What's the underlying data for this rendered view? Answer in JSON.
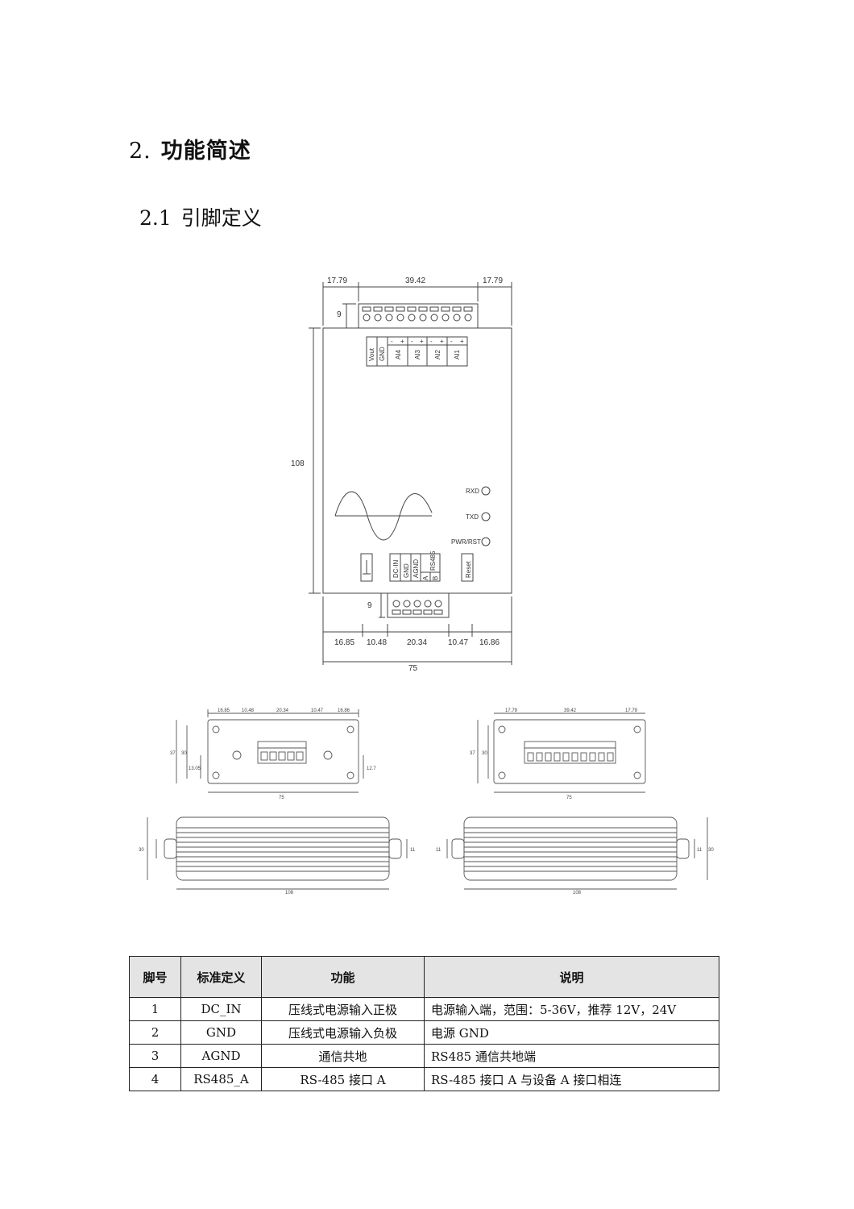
{
  "section": {
    "number": "2.",
    "title": "功能简述"
  },
  "subsection": {
    "number": "2.1",
    "title": "引脚定义"
  },
  "top_view": {
    "dim_top": [
      "17.79",
      "39.42",
      "17.79"
    ],
    "dim_left_height": "108",
    "dim_connector_top": "9",
    "dim_connector_bottom": "9",
    "dim_bottom": [
      "16.85",
      "10.48",
      "20.34",
      "10.47",
      "16.86"
    ],
    "dim_width": "75",
    "top_labels": [
      "Vout",
      "GND",
      "AI4",
      "AI3",
      "AI2",
      "AI1"
    ],
    "pm_signs": [
      "-",
      "+",
      "-",
      "+",
      "-",
      "+",
      "-",
      "+"
    ],
    "leds": [
      "RXD",
      "TXD",
      "PWR/RST"
    ],
    "bottom_labels": [
      "DC-IN",
      "GND",
      "AGND",
      "RS485"
    ],
    "ab_labels": [
      "A",
      "B"
    ],
    "reset_label": "Reset"
  },
  "end_view_left": {
    "dims": [
      "16.85",
      "10.48",
      "20.34",
      "10.47",
      "16.86"
    ],
    "height_outer": "37",
    "height_inner": "30",
    "hole_height": "13.05",
    "right_dim": "12.7",
    "width": "75"
  },
  "end_view_right": {
    "dims": [
      "17.79",
      "39.42",
      "17.79"
    ],
    "height_outer": "37",
    "height_inner": "30",
    "width": "75"
  },
  "side_view_left": {
    "height": "30",
    "tab": "11",
    "length": "108"
  },
  "side_view_right": {
    "height": "30",
    "tab": "11",
    "length": "108"
  },
  "table": {
    "headers": [
      "脚号",
      "标准定义",
      "功能",
      "说明"
    ],
    "rows": [
      [
        "1",
        "DC_IN",
        "压线式电源输入正极",
        "电源输入端，范围：5-36V，推荐 12V，24V"
      ],
      [
        "2",
        "GND",
        "压线式电源输入负极",
        "电源 GND"
      ],
      [
        "3",
        "AGND",
        "通信共地",
        "RS485 通信共地端"
      ],
      [
        "4",
        "RS485_A",
        "RS-485 接口 A",
        "RS-485 接口 A 与设备 A 接口相连"
      ]
    ]
  }
}
